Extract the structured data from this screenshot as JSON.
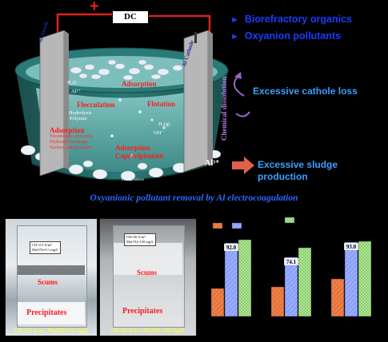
{
  "diagram": {
    "power_label": "DC",
    "polarity_symbol": "+",
    "anode_label": "Al Anode",
    "cathode_label": "Al Cathode",
    "bullets": [
      "Biorefractory organics",
      "Oxyanion pollutants"
    ],
    "bullet_icon": "triangle-right-icon",
    "inner_labels": {
      "h2o": "H₂O",
      "al3_top": "Al³⁺",
      "hydrolysis": "Hydrolysis",
      "polymer": "Polymer",
      "adsorption_top": "Adsorption",
      "flocculation": "Flocculation",
      "flotation": "Flotation",
      "h2g": "H₂(g)",
      "oh": "OH⁻",
      "adsorption_mech": "Adsorption",
      "mech1": "Electrostatic attraction,",
      "mech2": "Hydroxyl exchange,",
      "mech3": "Surface complexation",
      "adsorption_copr": "Adsorption",
      "coprecipitation": "Coprecipitation",
      "chemical_dissolution": "Chemical dissolution",
      "al3_bottom": "Al³⁺",
      "precipitate": "Precipitation"
    },
    "callouts": {
      "cathode_loss": "Excessive cathole loss",
      "sludge": "Excessive sludge production"
    },
    "title": "Oxyanionic pollutant removal by Al electrocoagulation"
  },
  "photos": [
    {
      "scum_label": "Scums",
      "precip_label": "Precipitates",
      "sticker_lines": [
        "CD=2.5 A/m²",
        "Mo(VI)=0.1 mg/L"
      ],
      "caption": "CD=2.5 A/m², Mo(VI)=0.1 mg/L"
    },
    {
      "scum_label": "Scums",
      "precip_label": "Precipitates",
      "sticker_lines": [
        "CD=50 A/m²",
        "Mo(VI)=150 mg/L"
      ],
      "caption": "CD=50 A/m², Mo(VI)=150 mg/L"
    }
  ],
  "colors": {
    "anode_plate": "#b7b7b7",
    "liquid": "#57a9a5",
    "cell_wall": "#1e5c5a",
    "callout_blue": "#3aa0ff",
    "series_orange": "#e8743b",
    "series_blue": "#8aa0ff",
    "series_green": "#b8ef9a"
  },
  "chart_data": {
    "type": "bar",
    "groups": 3,
    "series": [
      {
        "values": [
          35,
          37,
          47
        ],
        "color": "#e8743b",
        "pattern": "hatch"
      },
      {
        "values": [
          92.0,
          74.1,
          93.0
        ],
        "color": "#8aa0ff",
        "pattern": "hatch"
      },
      {
        "values": [
          96,
          86,
          94
        ],
        "color": "#b8ef9a",
        "pattern": "cross"
      }
    ],
    "data_labels": [
      "92.0",
      "74.1",
      "93.0"
    ],
    "ylim": [
      0,
      100
    ],
    "legend_position": "top"
  }
}
